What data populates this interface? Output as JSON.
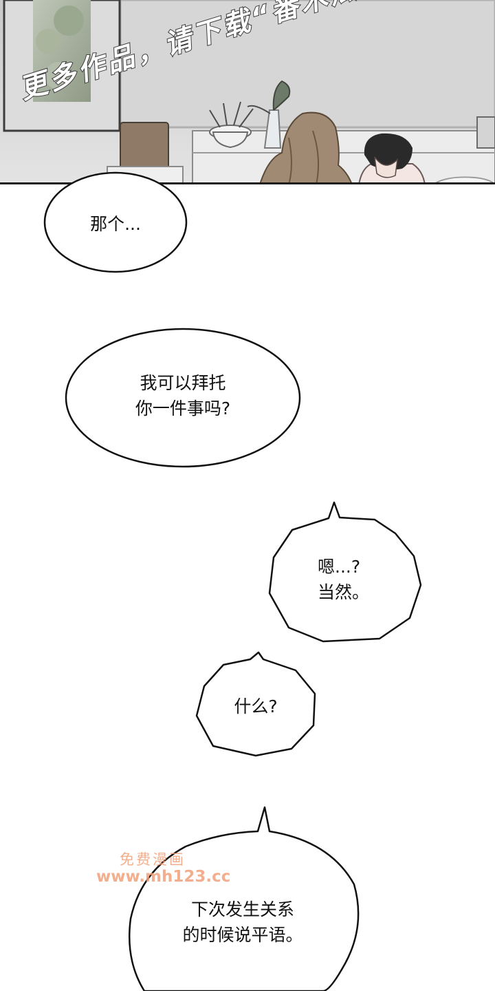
{
  "watermark_top": "更多作品，请下载“番木瓜”APP。",
  "bubbles": [
    {
      "lines": [
        "那个..."
      ]
    },
    {
      "lines": [
        "我可以拜托",
        "你一件事吗?"
      ]
    },
    {
      "lines": [
        "嗯...?",
        "当然。"
      ]
    },
    {
      "lines": [
        "什么?"
      ]
    },
    {
      "lines": [
        "下次发生关系",
        "的时候说平语。"
      ]
    }
  ],
  "watermark_bottom": {
    "line1": "免费漫画",
    "line2": "www.mh123.cc"
  }
}
